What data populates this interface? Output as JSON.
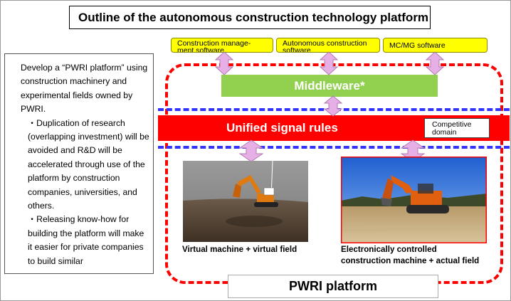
{
  "title": "Outline of the autonomous construction technology platform",
  "left_text": {
    "intro": "Develop a “PWRI platform” using construction machinery and experimental fields owned by PWRI.",
    "bullet_1": "・Duplication of research (overlapping investment) will be avoided and R&D will be accelerated through use of the platform by construction companies, universities, and others.",
    "bullet_2": "・Releasing know-how for building the platform will make it easier for private companies to build similar"
  },
  "software": {
    "construction_management": "Construction manage-\nment software",
    "autonomous_construction": "Autonomous construction\nsoftware",
    "mc_mg": "MC/MG software"
  },
  "middleware": "Middleware*",
  "unified_signal_rules": "Unified signal rules",
  "competitive_domain": "Competitive\ndomain",
  "captions": {
    "virtual": "Virtual machine + virtual field",
    "actual": "Electronically controlled\nconstruction machine + actual field"
  },
  "platform_label": "PWRI platform",
  "colors": {
    "software_box": "#ffff00",
    "middleware": "#92d050",
    "signal_rules": "#ff0000",
    "arrows": "#e6b0e6",
    "blue_dash": "#3333ff",
    "red_dash": "#ff0000"
  },
  "icons": [
    "double-arrow-icon",
    "excavator-image"
  ]
}
